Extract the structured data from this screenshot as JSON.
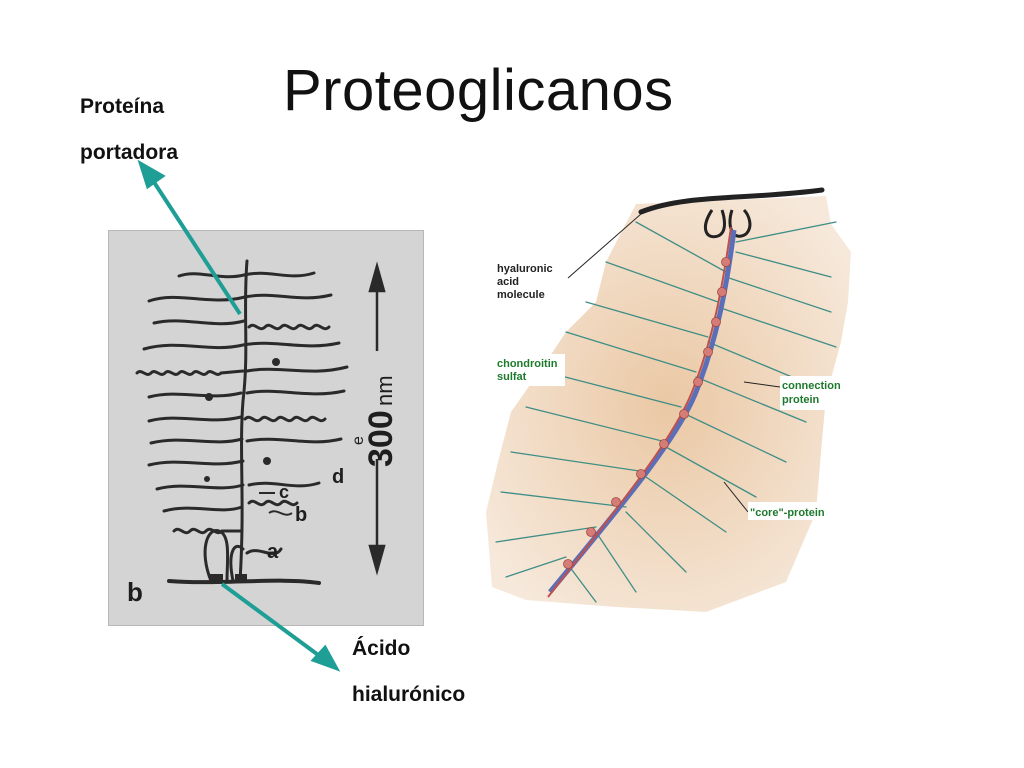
{
  "slide": {
    "title": "Proteoglicanos"
  },
  "callouts": {
    "core_protein": {
      "line1": "Proteína",
      "line2": "portadora"
    },
    "hyaluronic": {
      "line1": "Ácido",
      "line2": "hialurónico"
    }
  },
  "left_figure": {
    "panel_letter": "b",
    "scale_label": "300",
    "scale_unit": "nm",
    "scale_mark": "e",
    "labels": {
      "a": "a",
      "b": "b",
      "c": "c",
      "d": "d"
    }
  },
  "right_figure": {
    "labels": {
      "hyaluronic_1": "hyaluronic",
      "hyaluronic_2": "acid",
      "hyaluronic_3": "molecule",
      "chondroitin_1": "chondroitin",
      "chondroitin_2": "sulfat",
      "connection_1": "connection",
      "connection_2": "protein",
      "core": "\"core\"-protein"
    }
  },
  "colors": {
    "arrow": "#1f9e96",
    "label_green": "#1d7a2d",
    "spine_red": "#c0504d",
    "spine_blue": "#5a6fb8",
    "chain_teal": "#3f8e86",
    "background_tan": "#e9c9a7"
  }
}
